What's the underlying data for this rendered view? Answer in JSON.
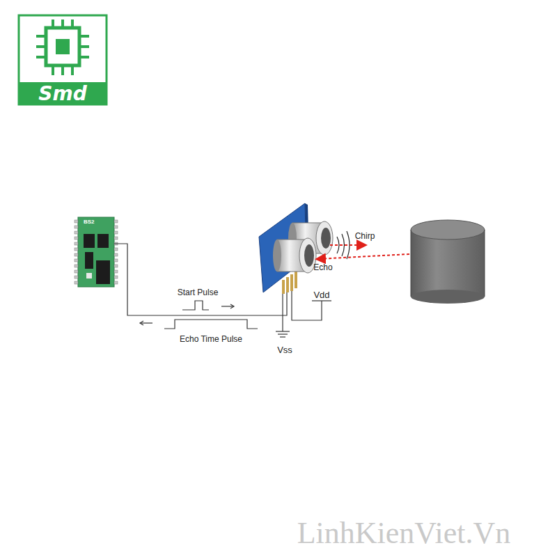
{
  "diagram": {
    "nodes": [
      {
        "text": [
          "Smd"
        ]
      },
      {
        "text": [
          "BS2"
        ]
      }
    ],
    "labels": [
      "Chirp",
      "Echo",
      "Start Pulse",
      "Echo Time Pulse",
      "Vdd",
      "Vss",
      "LinhKienViet.Vn"
    ]
  }
}
